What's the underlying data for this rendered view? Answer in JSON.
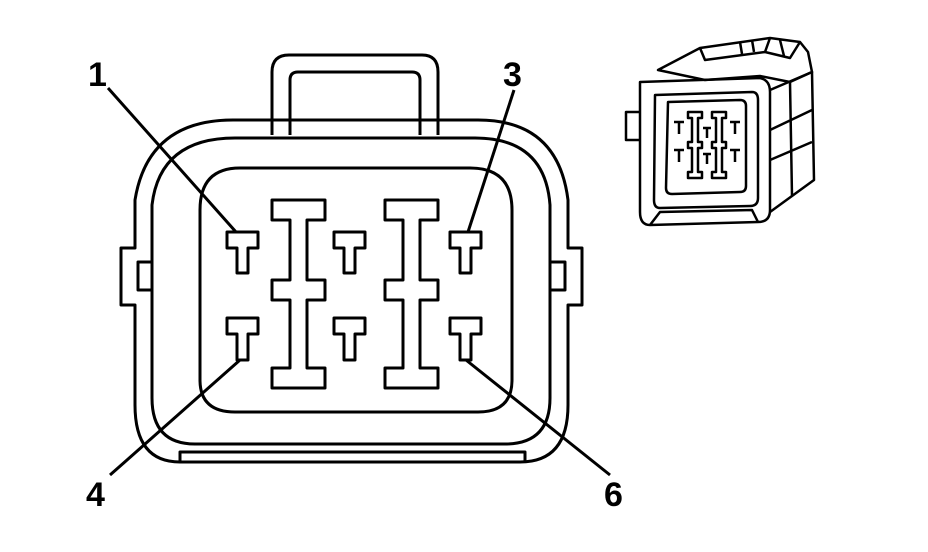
{
  "diagram": {
    "pin_labels": [
      {
        "id": "1",
        "text": "1"
      },
      {
        "id": "3",
        "text": "3"
      },
      {
        "id": "4",
        "text": "4"
      },
      {
        "id": "6",
        "text": "6"
      }
    ],
    "line_color": "#000000",
    "background": "#ffffff"
  }
}
